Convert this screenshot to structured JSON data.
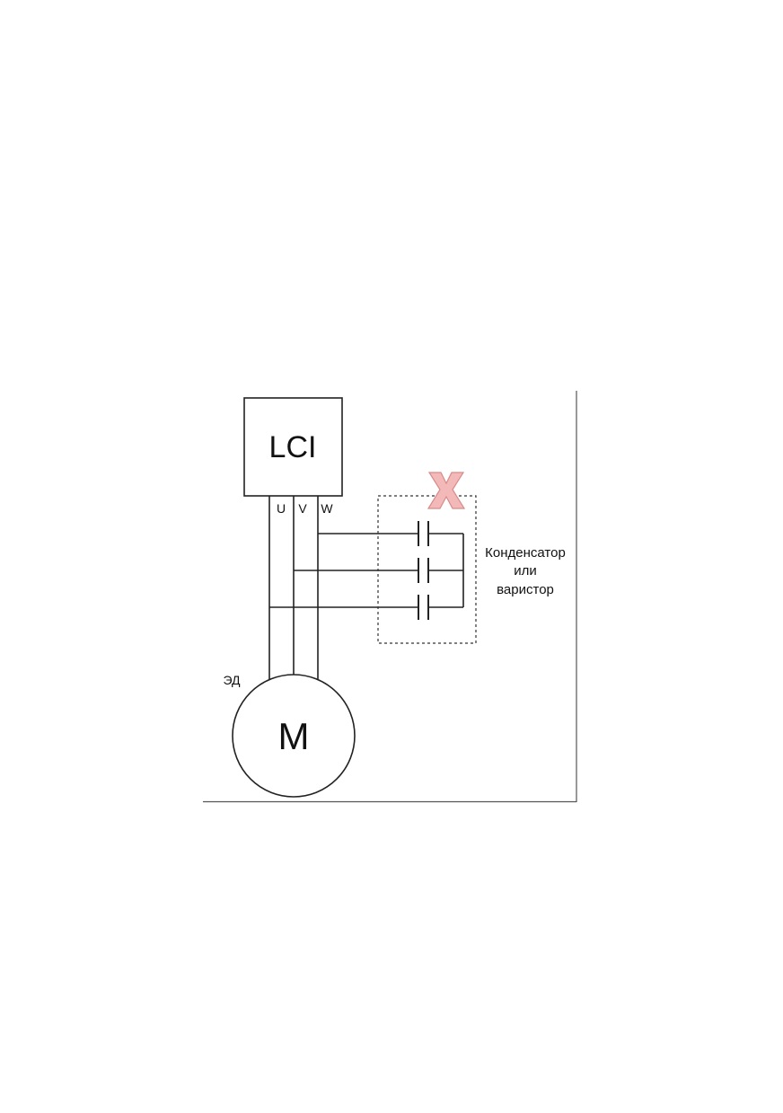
{
  "converter": {
    "label": "LCI"
  },
  "phases": [
    "U",
    "V",
    "W"
  ],
  "motor": {
    "symbol": "M",
    "designation": "ЭД"
  },
  "suppressor": {
    "label_lines": [
      "Конденсатор",
      "или",
      "варистор"
    ],
    "mark": "removed-x-mark",
    "mark_color": "#f3b9b9",
    "mark_outline": "#d98a8a"
  }
}
